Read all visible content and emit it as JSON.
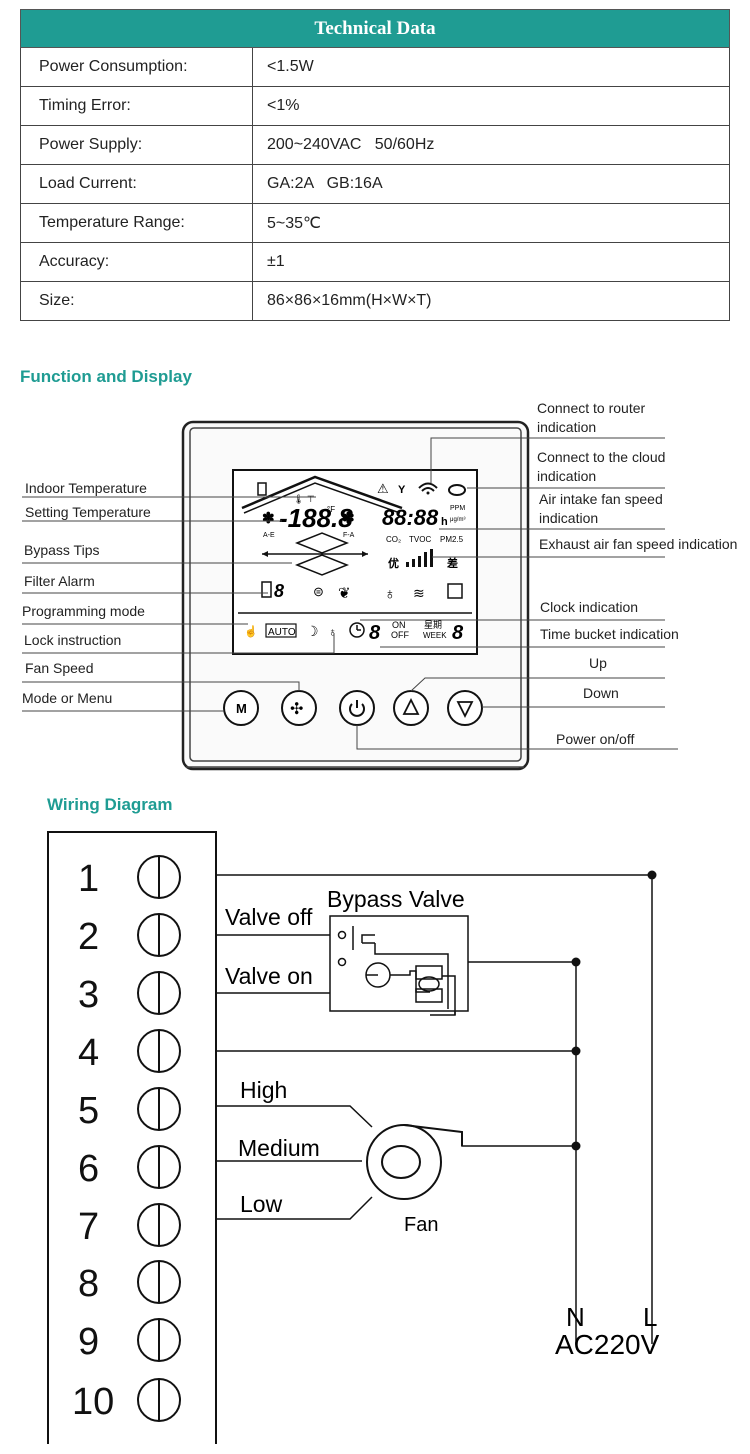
{
  "tech_table": {
    "title": "Technical Data",
    "rows": [
      {
        "label": "Power Consumption:",
        "value": "<1.5W"
      },
      {
        "label": "Timing Error:",
        "value": "<1%"
      },
      {
        "label": "Power Supply:",
        "value": "200~240VAC   50/60Hz"
      },
      {
        "label": "Load Current:",
        "value": "GA:2A   GB:16A"
      },
      {
        "label": "Temperature Range:",
        "value": "5~35℃"
      },
      {
        "label": "Accuracy:",
        "value": "±1"
      },
      {
        "label": "Size:",
        "value": "86×86×16mm(H×W×T)"
      }
    ]
  },
  "function_display": {
    "heading": "Function and Display",
    "left_labels": {
      "indoor_temp": "Indoor Temperature",
      "setting_temp": "Setting Temperature",
      "bypass_tips": "Bypass Tips",
      "filter_alarm": "Filter Alarm",
      "programming_mode": "Programming mode",
      "lock_instruction": "Lock instruction",
      "fan_speed": "Fan Speed",
      "mode_menu": "Mode or Menu"
    },
    "right_labels": {
      "router_1": "Connect to router",
      "router_2": "indication",
      "cloud_1": "Connect to the cloud",
      "cloud_2": "indication",
      "intake_1": "Air intake fan speed",
      "intake_2": "indication",
      "exhaust": "Exhaust air fan speed indication",
      "clock": "Clock indication",
      "time_bucket": "Time bucket indication",
      "up": "Up",
      "down": "Down",
      "power": "Power on/off"
    },
    "lcd": {
      "temp_digits": "-188.8",
      "unit_f": "°F",
      "ae": "A-E",
      "fa": "F-A",
      "clock_digits": "88:88",
      "clock_h": "h",
      "ppm": "PPM",
      "ugm": "μg/m³",
      "co2": "CO₂",
      "tvoc": "TVOC",
      "pm25": "PM2.5",
      "good": "优",
      "poor": "差",
      "auto": "AUTO",
      "on": "ON",
      "off": "OFF",
      "week_cn": "星期",
      "week": "WEEK",
      "digit": "8"
    }
  },
  "wiring": {
    "heading": "Wiring Diagram",
    "terminals": [
      "1",
      "2",
      "3",
      "4",
      "5",
      "6",
      "7",
      "8",
      "9",
      "10"
    ],
    "bypass_valve": "Bypass Valve",
    "valve_off": "Valve off",
    "valve_on": "Valve on",
    "high": "High",
    "medium": "Medium",
    "low": "Low",
    "fan": "Fan",
    "n": "N",
    "l": "L",
    "supply": "AC220V"
  }
}
